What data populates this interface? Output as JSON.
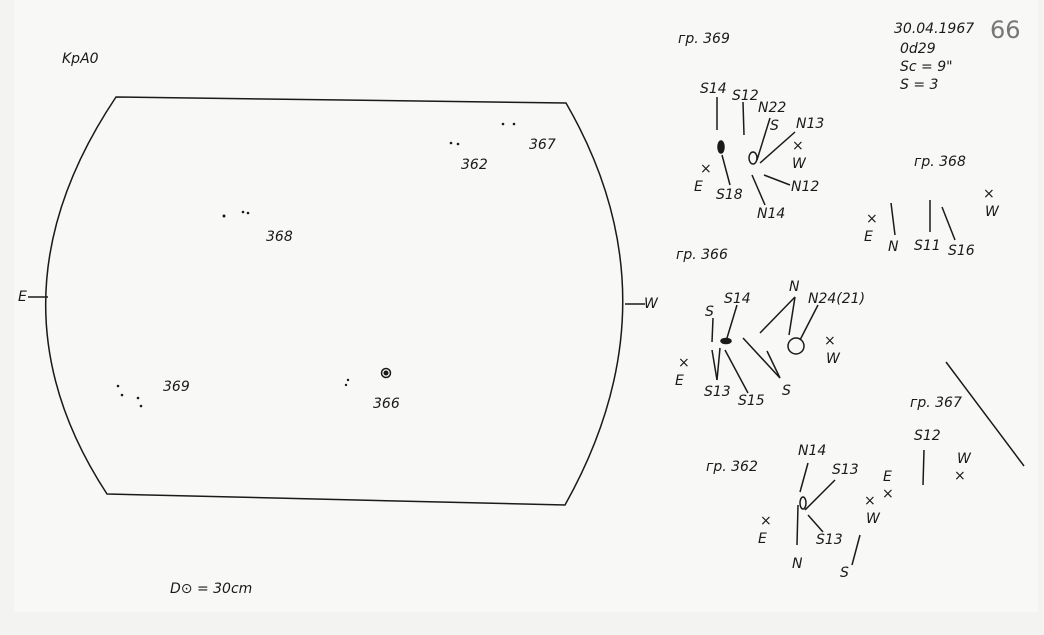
{
  "header": {
    "label": "KpA0",
    "date": "30.04.1967",
    "time": "0d29",
    "scale": "Sc = 9\"",
    "s_value": "S = 3",
    "page_number": "66"
  },
  "disk": {
    "east": "E",
    "west": "W",
    "diameter": "D⊙ = 30cm",
    "groups": [
      "367",
      "362",
      "368",
      "369",
      "366"
    ]
  },
  "details": [
    {
      "title": "гр. 369",
      "labels": [
        "S14",
        "S12",
        "N22",
        "S",
        "N13",
        "W",
        "E",
        "S18",
        "N14",
        "N12"
      ]
    },
    {
      "title": "гр. 368",
      "labels": [
        "E",
        "N",
        "S11",
        "S16",
        "W"
      ]
    },
    {
      "title": "гр. 366",
      "labels": [
        "S14",
        "N",
        "N24(21)",
        "S",
        "E",
        "S13",
        "S15",
        "S",
        "W"
      ]
    },
    {
      "title": "гр. 367",
      "labels": [
        "S12",
        "E",
        "W"
      ]
    },
    {
      "title": "гр. 362",
      "labels": [
        "N14",
        "S13",
        "E",
        "S13",
        "N",
        "W",
        "S"
      ]
    }
  ]
}
